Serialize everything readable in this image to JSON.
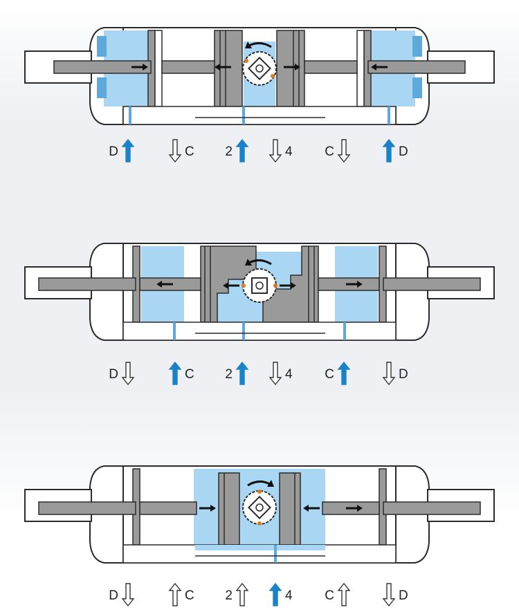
{
  "colors": {
    "air": "#a8d6f3",
    "air_stroke": "#1a78b8",
    "metal": "#9a9a9a",
    "metal_dark": "#777777",
    "outline": "#2a2a2a",
    "arrow_blue": "#1a82c8",
    "accent_orange": "#e07a1f",
    "background": "#eef0f3"
  },
  "states": [
    {
      "ports": [
        {
          "label": "D",
          "label_side": "left",
          "arrow": "up",
          "filled": true
        },
        {
          "label": "C",
          "label_side": "right",
          "arrow": "down",
          "filled": false
        },
        {
          "label": "2",
          "label_side": "left",
          "arrow": "up",
          "filled": true
        },
        {
          "label": "4",
          "label_side": "right",
          "arrow": "down",
          "filled": false
        },
        {
          "label": "C",
          "label_side": "left",
          "arrow": "down",
          "filled": false
        },
        {
          "label": "D",
          "label_side": "right",
          "arrow": "up",
          "filled": true
        }
      ]
    },
    {
      "ports": [
        {
          "label": "D",
          "label_side": "left",
          "arrow": "down",
          "filled": false
        },
        {
          "label": "C",
          "label_side": "right",
          "arrow": "up",
          "filled": true
        },
        {
          "label": "2",
          "label_side": "left",
          "arrow": "up",
          "filled": true
        },
        {
          "label": "4",
          "label_side": "right",
          "arrow": "down",
          "filled": false
        },
        {
          "label": "C",
          "label_side": "left",
          "arrow": "up",
          "filled": true
        },
        {
          "label": "D",
          "label_side": "right",
          "arrow": "down",
          "filled": false
        }
      ]
    },
    {
      "ports": [
        {
          "label": "D",
          "label_side": "left",
          "arrow": "down",
          "filled": false
        },
        {
          "label": "C",
          "label_side": "right",
          "arrow": "up",
          "filled": false
        },
        {
          "label": "2",
          "label_side": "left",
          "arrow": "up",
          "filled": false
        },
        {
          "label": "4",
          "label_side": "right",
          "arrow": "up",
          "filled": true
        },
        {
          "label": "C",
          "label_side": "left",
          "arrow": "up",
          "filled": false
        },
        {
          "label": "D",
          "label_side": "right",
          "arrow": "down",
          "filled": false
        }
      ]
    }
  ]
}
